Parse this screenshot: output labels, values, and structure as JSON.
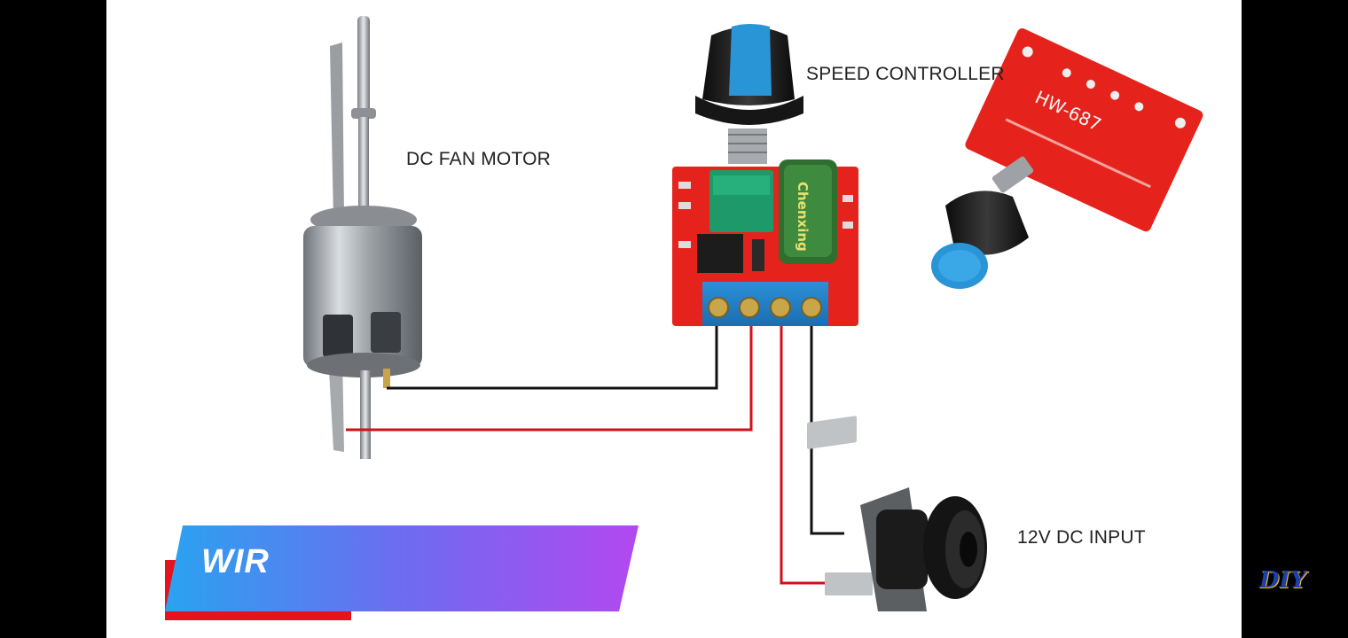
{
  "labels": {
    "fan_motor": "DC FAN MOTOR",
    "speed_controller": "SPEED CONTROLLER",
    "dc_input": "12V DC INPUT"
  },
  "board_marking": "HW-687",
  "capacitor_marking": "Chenxing",
  "banner": {
    "text": "WIR"
  },
  "watermark": {
    "text": "DIY"
  },
  "wire_colors": {
    "black": "#111111",
    "red": "#d0111a"
  },
  "board_color": "#e5231c",
  "knob_color": "#2a95d6"
}
